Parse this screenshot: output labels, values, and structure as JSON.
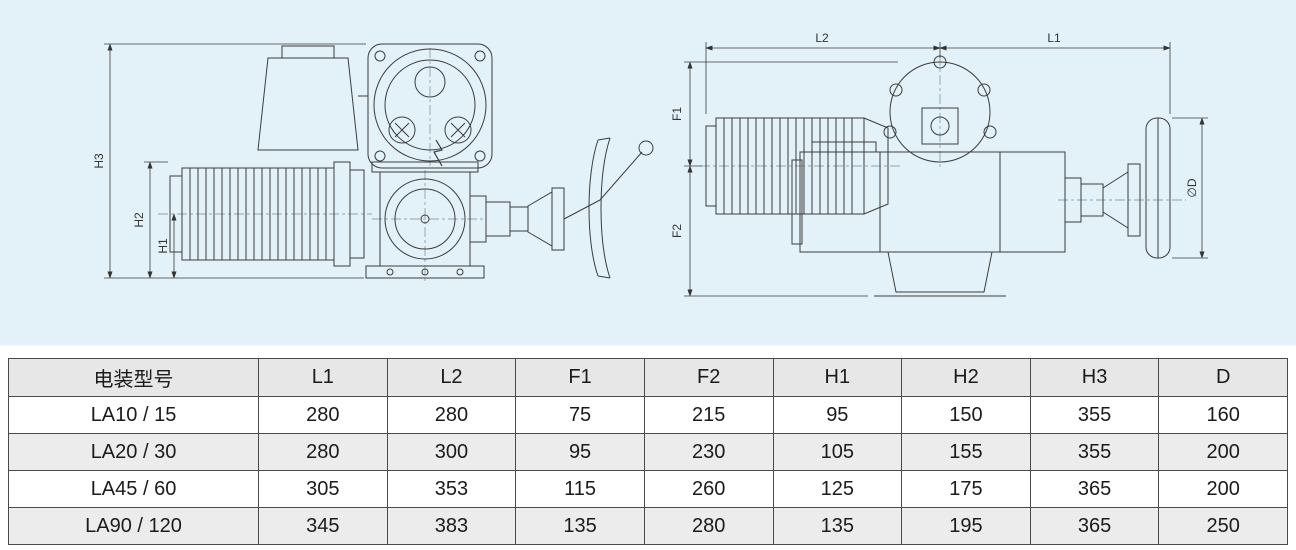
{
  "diagram": {
    "left_view": {
      "labels": {
        "h1": "H1",
        "h2": "H2",
        "h3": "H3"
      }
    },
    "right_view": {
      "labels": {
        "l1": "L1",
        "l2": "L2",
        "f1": "F1",
        "f2": "F2",
        "d": "∅D"
      }
    }
  },
  "table": {
    "headers": [
      "电装型号",
      "L1",
      "L2",
      "F1",
      "F2",
      "H1",
      "H2",
      "H3",
      "D"
    ],
    "rows": [
      [
        "LA10 / 15",
        "280",
        "280",
        "75",
        "215",
        "95",
        "150",
        "355",
        "160"
      ],
      [
        "LA20 / 30",
        "280",
        "300",
        "95",
        "230",
        "105",
        "155",
        "355",
        "200"
      ],
      [
        "LA45 / 60",
        "305",
        "353",
        "115",
        "260",
        "125",
        "175",
        "365",
        "200"
      ],
      [
        "LA90 / 120",
        "345",
        "383",
        "135",
        "280",
        "135",
        "195",
        "365",
        "250"
      ]
    ]
  },
  "colors": {
    "drawing_background": "#e2f2f8",
    "table_header_background": "#e7e7e7",
    "table_stripe_background": "#ececec",
    "line_color": "#3c3c3c"
  }
}
